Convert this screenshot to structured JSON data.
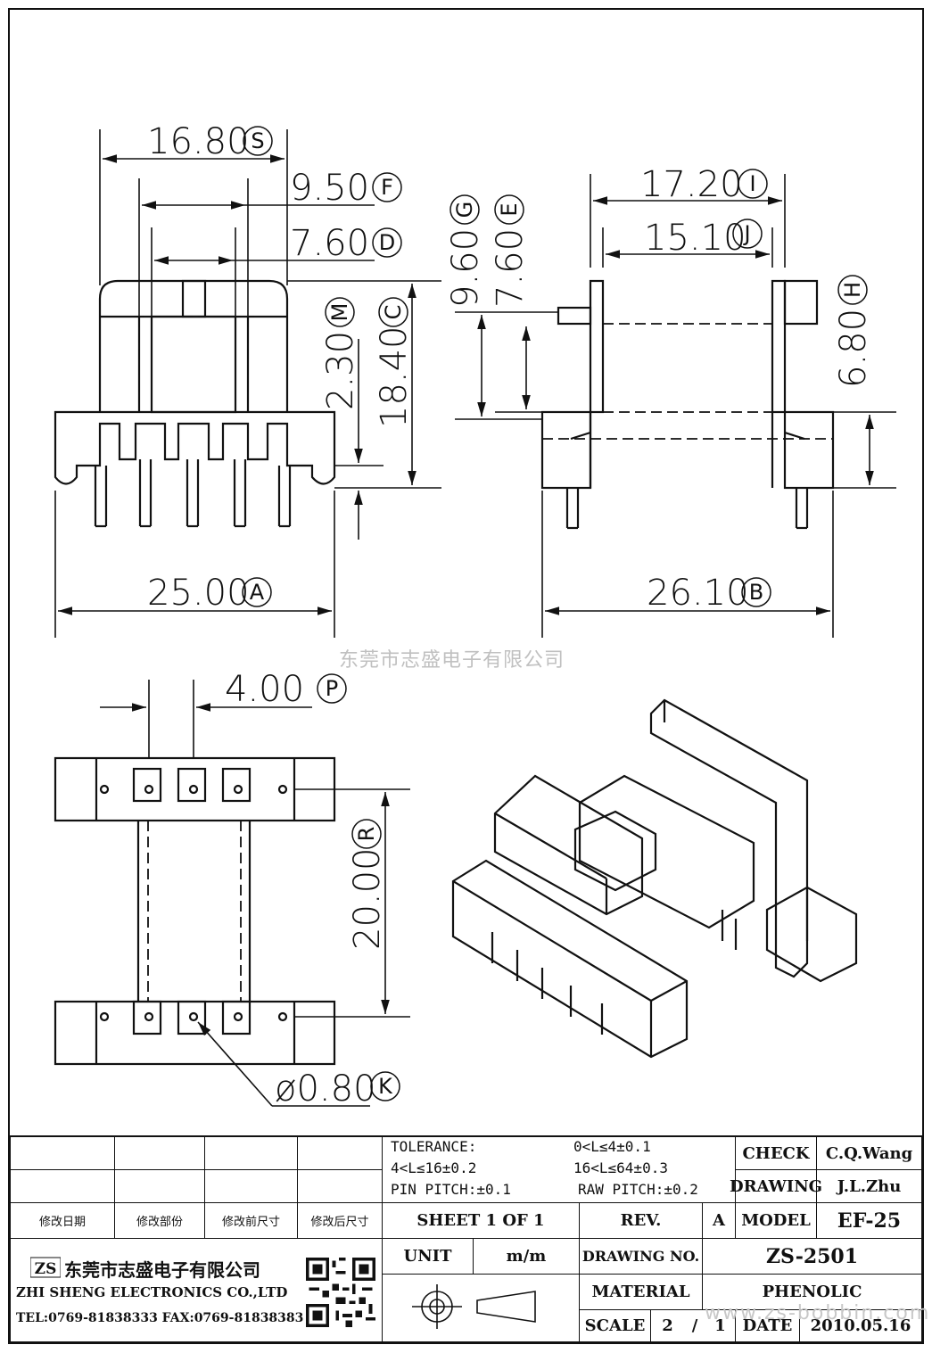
{
  "watermark_center": "东莞市志盛电子有限公司",
  "watermark_bottom": "www.zs-bobbin.com",
  "dimensions": [
    {
      "value": "16.80",
      "letter": "S"
    },
    {
      "value": "9.50",
      "letter": "F"
    },
    {
      "value": "7.60",
      "letter": "D"
    },
    {
      "value": "2.30",
      "letter": "M"
    },
    {
      "value": "18.40",
      "letter": "C"
    },
    {
      "value": "25.00",
      "letter": "A"
    },
    {
      "value": "9.60",
      "letter": "G"
    },
    {
      "value": "7.60",
      "letter": "E"
    },
    {
      "value": "17.20",
      "letter": "I"
    },
    {
      "value": "15.10",
      "letter": "J"
    },
    {
      "value": "6.80",
      "letter": "H"
    },
    {
      "value": "26.10",
      "letter": "B"
    },
    {
      "value": "4.00",
      "letter": "P"
    },
    {
      "value": "20.00",
      "letter": "R"
    },
    {
      "value": "ø0.80",
      "letter": "K"
    }
  ],
  "title_block": {
    "revision_headers": [
      "修改日期",
      "修改部份",
      "修改前尺寸",
      "修改后尺寸"
    ],
    "tolerance": {
      "label": "TOLERANCE:",
      "line1": "0<L≤4±0.1",
      "line2": "4<L≤16±0.2",
      "line3": "16<L≤64±0.3",
      "pin_pitch": "PIN PITCH:±0.1",
      "raw_pitch": "RAW PITCH:±0.2"
    },
    "check_label": "CHECK",
    "check_value": "C.Q.Wang",
    "drawing_label": "DRAWING",
    "drawing_value": "J.L.Zhu",
    "sheet": "SHEET 1 OF 1",
    "rev_label": "REV.",
    "rev_value": "A",
    "model_label": "MODEL",
    "model_value": "EF-25",
    "unit_label": "UNIT",
    "unit_value": "m/m",
    "drawing_no_label": "DRAWING NO.",
    "drawing_no_value": "ZS-2501",
    "material_label": "MATERIAL",
    "material_value": "PHENOLIC",
    "scale_label": "SCALE",
    "scale_num": "2",
    "scale_sep": "/",
    "scale_den": "1",
    "date_label": "DATE",
    "date_value": "2010.05.16",
    "company_cn": "东莞市志盛电子有限公司",
    "company_en": "ZHI SHENG ELECTRONICS CO.,LTD",
    "contact": "TEL:0769-81838333 FAX:0769-81838383",
    "logo_text": "ZS"
  }
}
